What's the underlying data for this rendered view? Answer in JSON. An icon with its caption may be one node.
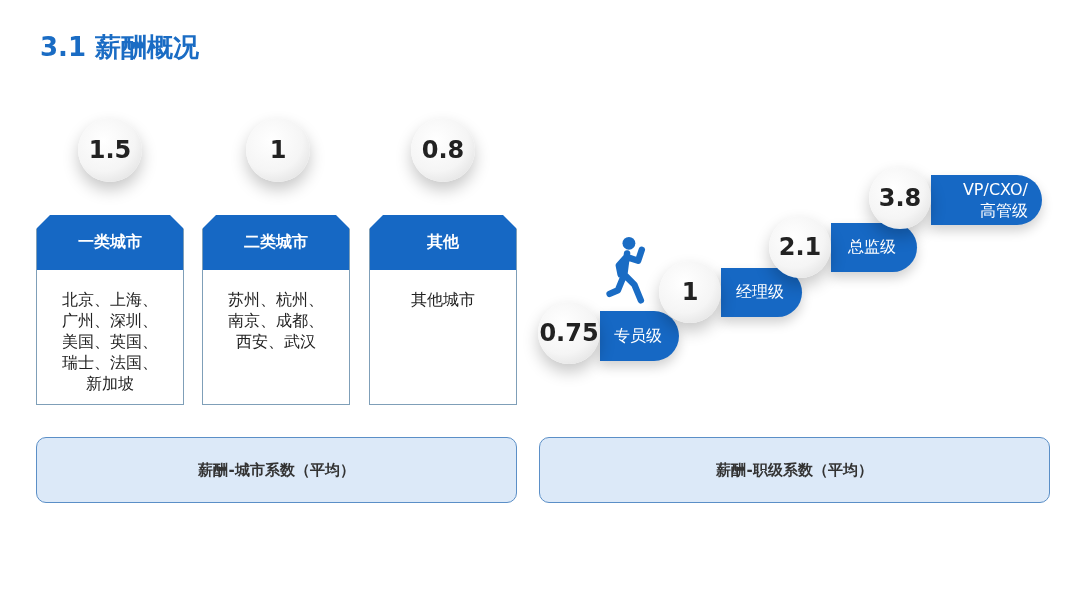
{
  "diagram": {
    "title": "3.1 薪酬概况",
    "nodes": [
      {
        "text": [
          "1.5"
        ]
      },
      {
        "text": [
          "1"
        ]
      },
      {
        "text": [
          "0.8"
        ]
      },
      {
        "text": [
          "一类城市",
          "北京、上海、广州、深圳、美国、英国、瑞士、法国、新加坡"
        ]
      },
      {
        "text": [
          "二类城市",
          "苏州、杭州、南京、成都、西安、武汉"
        ]
      },
      {
        "text": [
          "其他",
          "其他城市"
        ]
      },
      {
        "text": [
          "0.75"
        ]
      },
      {
        "text": [
          "专员级"
        ]
      },
      {
        "text": [
          "1"
        ]
      },
      {
        "text": [
          "经理级"
        ]
      },
      {
        "text": [
          "2.1"
        ]
      },
      {
        "text": [
          "总监级"
        ]
      },
      {
        "text": [
          "3.8"
        ]
      },
      {
        "text": [
          "VP/CXO/高管级"
        ]
      },
      {
        "text": [
          "薪酬-城市系数（平均）"
        ]
      },
      {
        "text": [
          "薪酬-职级系数（平均）"
        ]
      }
    ]
  }
}
